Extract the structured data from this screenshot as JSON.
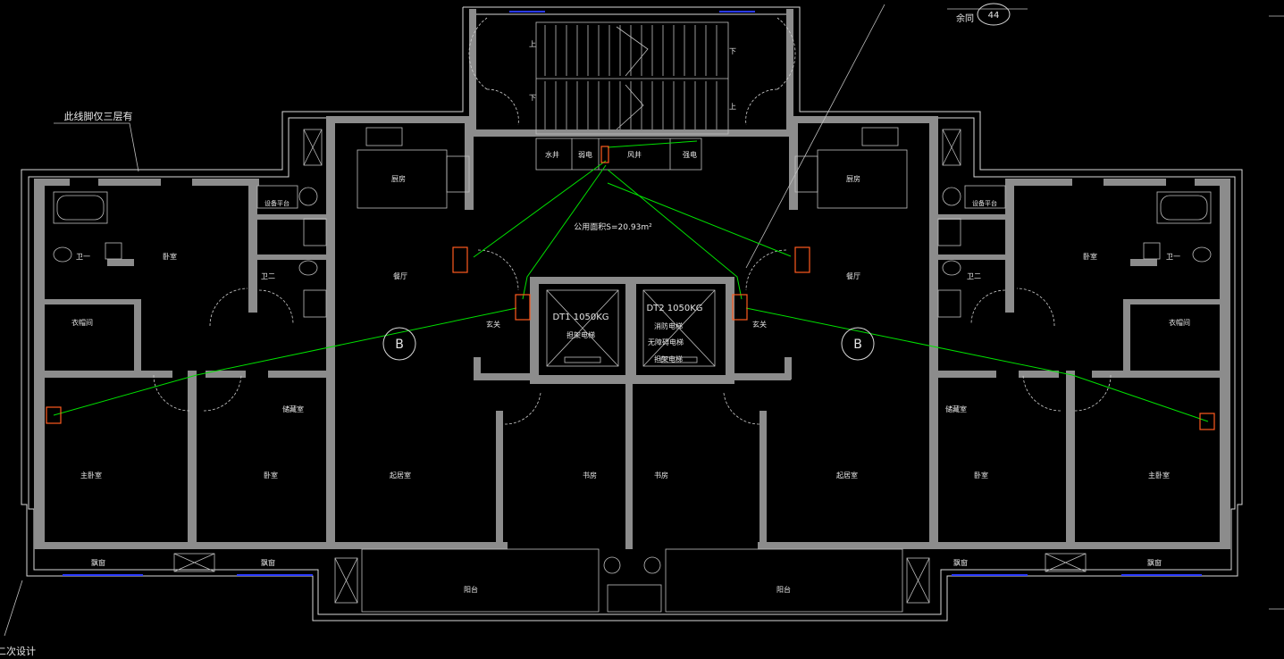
{
  "drawing": {
    "note_left": "此线脚仅三层有",
    "note_bottom": "二次设计",
    "note_topright": "余同",
    "note_topright_num": "44",
    "public_area": "公用面积S=20.93m²",
    "axis_left": "B",
    "axis_right": "B",
    "stair_up_1": "上",
    "stair_down_1": "下",
    "stair_down_2": "下",
    "stair_up_2": "上",
    "shafts": {
      "water": "水井",
      "elec_weak": "弱电",
      "wind": "风井",
      "strong": "强电"
    },
    "elevators": {
      "dt1_model": "DT1 1050KG",
      "dt1_label": "担架电梯",
      "dt2_model": "DT2 1050KG",
      "dt2_label1": "消防电梯",
      "dt2_label2": "无障碍电梯",
      "dt2_label3": "担架电梯"
    },
    "rooms_left": {
      "kitchen": "厨房",
      "bedroom_top": "卧室",
      "wc1": "卫一",
      "wc2": "卫二",
      "cloak": "衣帽间",
      "dining": "餐厅",
      "entry": "玄关",
      "storage": "储藏室",
      "master": "主卧室",
      "bedroom": "卧室",
      "living": "起居室",
      "study": "书房",
      "window1": "飘窗",
      "window2": "飘窗",
      "balcony": "阳台",
      "equip": "设备平台"
    },
    "rooms_right": {
      "kitchen": "厨房",
      "bedroom_top": "卧室",
      "wc1": "卫一",
      "wc2": "卫二",
      "cloak": "衣帽间",
      "dining": "餐厅",
      "entry": "玄关",
      "storage": "储藏室",
      "master": "主卧室",
      "bedroom": "卧室",
      "living": "起居室",
      "study": "书房",
      "window1": "飘窗",
      "window2": "飘窗",
      "balcony": "阳台",
      "equip": "设备平台"
    }
  },
  "colors": {
    "background": "#000000",
    "wall": "#8c8c8c",
    "network_line": "#00e000",
    "device": "#ff5a1f",
    "window_glass": "#2b3bff"
  }
}
